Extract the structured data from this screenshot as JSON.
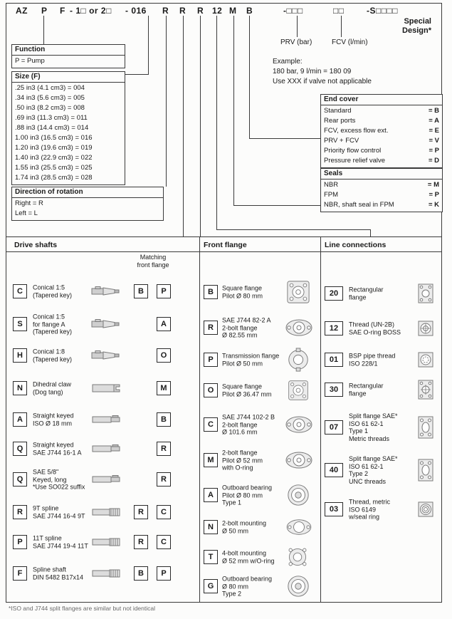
{
  "colors": {
    "ink": "#1a1a1a",
    "line": "#3a3a3a",
    "icon_grey": "#7a7a7a"
  },
  "code_row": [
    "AZ",
    "P",
    "F",
    "- 1□ or 2□",
    "- 016",
    "R",
    "R",
    "R",
    "12",
    "M",
    "B",
    "-□□□",
    "□□",
    "-S□□□□"
  ],
  "special_design": "Special\nDesign*",
  "prv_label": "PRV (bar)",
  "fcv_label": "FCV (l/min)",
  "example": "Example:\n180 bar, 9 l/min = 180 09\nUse XXX if valve not applicable",
  "function_box": {
    "title": "Function",
    "row": "P = Pump"
  },
  "size_box": {
    "title": "Size (F)",
    "rows": [
      ".25 in3 (4.1 cm3) = 004",
      ".34 in3 (5.6 cm3) = 005",
      ".50 in3 (8.2 cm3) = 008",
      ".69 in3 (11.3 cm3) = 011",
      ".88 in3 (14.4 cm3) = 014",
      "1.00 in3 (16.5 cm3) = 016",
      "1.20 in3 (19.6 cm3) = 019",
      "1.40 in3 (22.9 cm3) = 022",
      "1.55 in3 (25.5 cm3) = 025",
      "1.74 in3 (28.5 cm3) = 028"
    ]
  },
  "rotation_box": {
    "title": "Direction of rotation",
    "rows": [
      "Right = R",
      "Left = L"
    ]
  },
  "end_cover_box": {
    "title": "End cover",
    "rows": [
      {
        "label": "Standard",
        "code": "= B"
      },
      {
        "label": "Rear ports",
        "code": "= A"
      },
      {
        "label": "FCV, excess flow ext.",
        "code": "= E"
      },
      {
        "label": "PRV + FCV",
        "code": "= V"
      },
      {
        "label": "Priority flow control",
        "code": "= P"
      },
      {
        "label": "Pressure relief valve",
        "code": "= D"
      }
    ]
  },
  "seals_box": {
    "title": "Seals",
    "rows": [
      {
        "label": "NBR",
        "code": "= M"
      },
      {
        "label": "FPM",
        "code": "= P"
      },
      {
        "label": "NBR, shaft seal in FPM",
        "code": "= K"
      }
    ]
  },
  "drive_shafts": {
    "title": "Drive shafts",
    "matching_header": "Matching\nfront flange",
    "rows": [
      {
        "code": "C",
        "desc": "Conical 1:5\n(Tapered key)",
        "matches": [
          "B",
          "P"
        ]
      },
      {
        "code": "S",
        "desc": "Conical 1:5\nfor flange A\n(Tapered key)",
        "matches": [
          "A"
        ]
      },
      {
        "code": "H",
        "desc": "Conical 1:8\n(Tapered key)",
        "matches": [
          "O"
        ]
      },
      {
        "code": "N",
        "desc": "Dihedral claw\n(Dog tang)",
        "matches": [
          "M"
        ]
      },
      {
        "code": "A",
        "desc": "Straight keyed\nISO Ø 18 mm",
        "matches": [
          "B"
        ]
      },
      {
        "code": "Q",
        "desc": "Straight keyed\nSAE J744 16-1 A",
        "matches": [
          "R"
        ]
      },
      {
        "code": "Q",
        "desc": "SAE 5/8\"\nKeyed, long\n*Use SO022 suffix",
        "matches": [
          "R"
        ]
      },
      {
        "code": "R",
        "desc": "9T spline\nSAE J744 16-4 9T",
        "matches": [
          "R",
          "C"
        ]
      },
      {
        "code": "P",
        "desc": "11T spline\nSAE J744 19-4 11T",
        "matches": [
          "R",
          "C"
        ]
      },
      {
        "code": "F",
        "desc": "Spline shaft\nDIN 5482 B17x14",
        "matches": [
          "B",
          "P"
        ]
      }
    ]
  },
  "front_flange": {
    "title": "Front flange",
    "rows": [
      {
        "code": "B",
        "desc": "Square flange\nPilot Ø 80 mm"
      },
      {
        "code": "R",
        "desc": "SAE J744 82-2 A\n2-bolt flange\nØ 82.55 mm"
      },
      {
        "code": "P",
        "desc": "Transmission flange\nPilot Ø 50 mm"
      },
      {
        "code": "O",
        "desc": "Square flange\nPilot Ø 36.47 mm"
      },
      {
        "code": "C",
        "desc": "SAE J744 102-2 B\n2-bolt flange\nØ 101.6 mm"
      },
      {
        "code": "M",
        "desc": "2-bolt flange\nPilot Ø 52 mm\nwith O-ring"
      },
      {
        "code": "A",
        "desc": "Outboard bearing\nPilot Ø 80 mm\nType 1"
      },
      {
        "code": "N",
        "desc": "2-bolt mounting\nØ 50 mm"
      },
      {
        "code": "T",
        "desc": "4-bolt mounting\nØ 52 mm w/O-ring"
      },
      {
        "code": "G",
        "desc": "Outboard bearing\nØ 80 mm\nType 2"
      }
    ]
  },
  "line_connections": {
    "title": "Line connections",
    "rows": [
      {
        "code": "20",
        "desc": "Rectangular\nflange"
      },
      {
        "code": "12",
        "desc": "Thread (UN-2B)\nSAE O-ring BOSS"
      },
      {
        "code": "01",
        "desc": "BSP pipe thread\nISO 228/1"
      },
      {
        "code": "30",
        "desc": "Rectangular\nflange"
      },
      {
        "code": "07",
        "desc": "Split flange SAE*\nISO 61 62-1\nType 1\nMetric threads"
      },
      {
        "code": "40",
        "desc": "Split flange SAE*\nISO 61 62-1\nType 2\nUNC threads"
      },
      {
        "code": "03",
        "desc": "Thread, metric\nISO 6149\nw/seal ring"
      }
    ]
  },
  "footnote": "*ISO and J744 split flanges are similar but not identical"
}
